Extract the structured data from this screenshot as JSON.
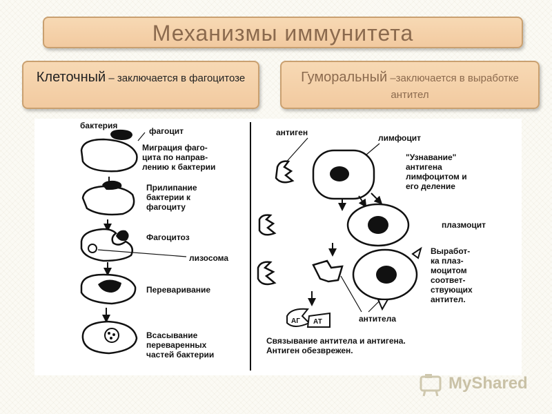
{
  "title": "Механизмы иммунитета",
  "cellular": {
    "heading": "Клеточный",
    "text": " – заключается в фагоцитозе"
  },
  "humoral": {
    "heading": "Гуморальный",
    "text": " –заключается в выработке антител"
  },
  "diagram": {
    "left": {
      "bacteria": "бактерия",
      "phagocyte": "фагоцит",
      "migration": [
        "Миграция фаго-",
        "цита по направ-",
        "лению к бактерии"
      ],
      "adhesion": [
        "Прилипание",
        "бактерии к",
        "фагоциту"
      ],
      "phagocytosis": "Фагоцитоз",
      "lysosome": "лизосома",
      "digestion": "Переваривание",
      "absorption": [
        "Всасывание",
        "переваренных",
        "частей бактерии"
      ]
    },
    "right": {
      "antigen": "антиген",
      "lymphocyte": "лимфоцит",
      "recognition": [
        "\"Узнавание\"",
        "антигена",
        "лимфоцитом и",
        "его деление"
      ],
      "plasmocyte": "плазмоцит",
      "production": [
        "Выработ-",
        "ка плаз-",
        "моцитом",
        "соответ-",
        "ствующих",
        "антител."
      ],
      "antibodies": "антитела",
      "ag": "АГ",
      "at": "АТ",
      "binding": [
        "Связывание антитела и антигена.",
        "Антиген обезврежен."
      ]
    }
  },
  "watermark": "MyShared"
}
